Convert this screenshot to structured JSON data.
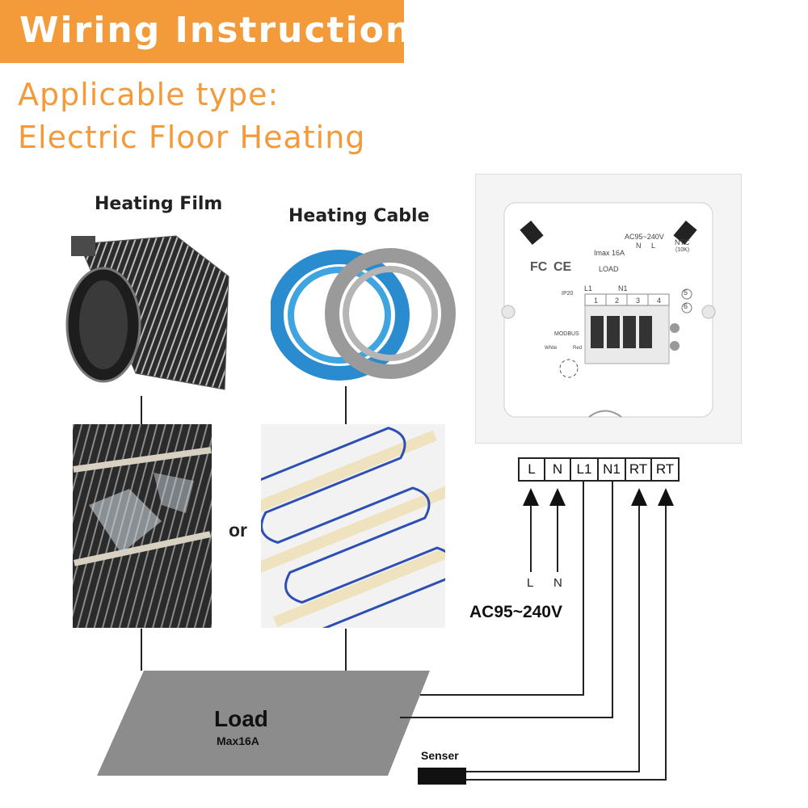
{
  "header": {
    "title": "Wiring Instruction",
    "subtitle_line1": "Applicable type:",
    "subtitle_line2": "Electric Floor Heating"
  },
  "products": {
    "film_label": "Heating Film",
    "cable_label": "Heating Cable",
    "or_label": "or"
  },
  "terminals": [
    "L",
    "N",
    "L1",
    "N1",
    "RT",
    "RT"
  ],
  "power": {
    "l_label": "L",
    "n_label": "N",
    "voltage": "AC95~240V"
  },
  "load": {
    "title": "Load",
    "max": "Max16A"
  },
  "sensor": {
    "label": "Senser"
  },
  "device_back": {
    "voltage": "AC95~240V",
    "imax": "Imax 16A",
    "load": "LOAD",
    "ntc": "NTC",
    "ntc_value": "(10K)",
    "n": "N",
    "l": "L",
    "l1": "L1",
    "n1": "N1",
    "ip": "IP20",
    "modbus": "MODBUS",
    "white": "White",
    "red": "Red",
    "fc": "FC",
    "ce": "CE",
    "t1": "1",
    "t2": "2",
    "t3": "3",
    "t4": "4",
    "t5": "5",
    "t6": "6"
  },
  "colors": {
    "accent": "#f39a3b",
    "load_fill": "#8c8c8c",
    "cable_blue": "#2a8ccf",
    "cable_gray": "#9a9a9a"
  }
}
